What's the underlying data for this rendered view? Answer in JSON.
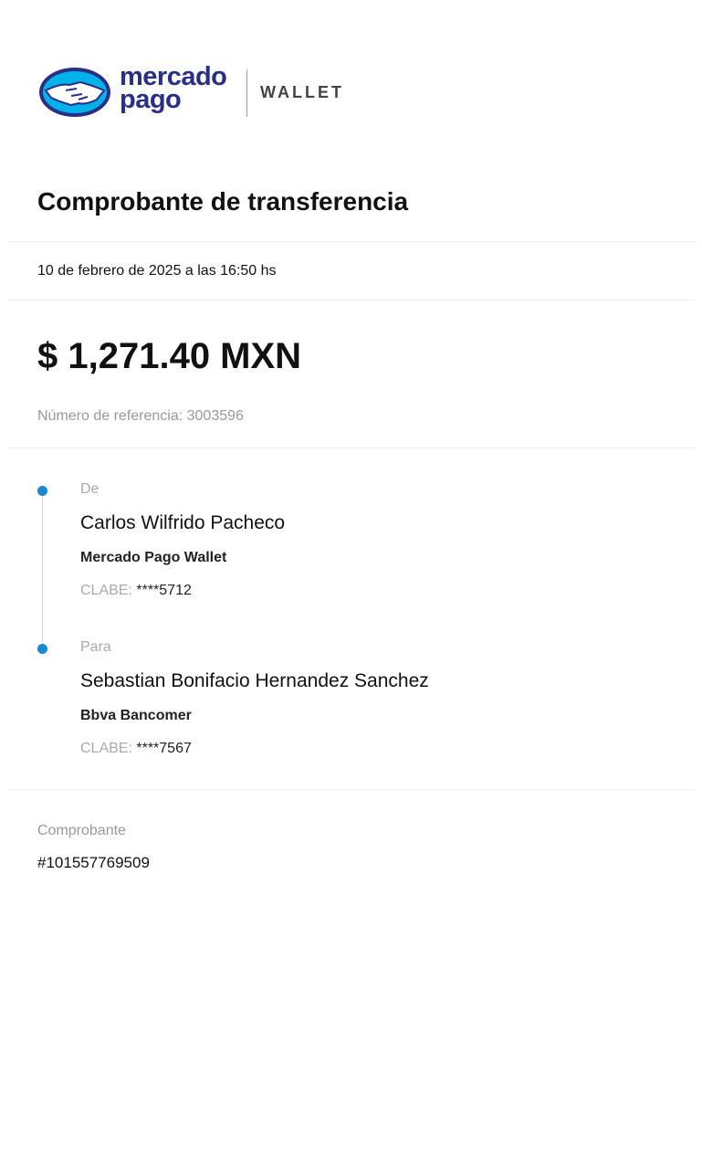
{
  "brand": {
    "name_line1": "mercado",
    "name_line2": "pago",
    "product": "WALLET",
    "colors": {
      "navy": "#2a2f86",
      "light_blue": "#00b1ea",
      "accent": "#1a87d0"
    }
  },
  "receipt": {
    "title": "Comprobante de transferencia",
    "datetime": "10 de febrero de 2025 a las 16:50 hs",
    "amount": "$ 1,271.40 MXN",
    "reference": "Número de referencia: 3003596"
  },
  "from": {
    "label": "De",
    "name": "Carlos Wilfrido Pacheco",
    "bank": "Mercado Pago Wallet",
    "clabe_label": "CLABE:",
    "clabe_value": "****5712"
  },
  "to": {
    "label": "Para",
    "name": "Sebastian Bonifacio Hernandez Sanchez",
    "bank": "Bbva Bancomer",
    "clabe_label": "CLABE:",
    "clabe_value": "****7567"
  },
  "voucher": {
    "label": "Comprobante",
    "number": "#101557769509"
  }
}
